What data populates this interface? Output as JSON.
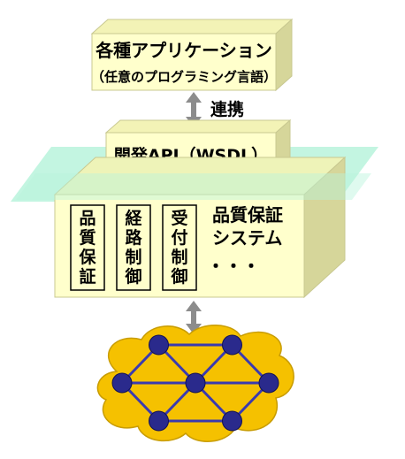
{
  "apps_box": {
    "title": "各種アプリケーション",
    "subtitle": "（任意のプログラミング言語）"
  },
  "link_label": "連携",
  "api_box": {
    "label": "開発API（WSDL）"
  },
  "system_box": {
    "title_line1": "品質保証",
    "title_line2": "システム",
    "modules": [
      {
        "chars": [
          "品",
          "質",
          "保",
          "証"
        ]
      },
      {
        "chars": [
          "経",
          "路",
          "制",
          "御"
        ]
      },
      {
        "chars": [
          "受",
          "付",
          "制",
          "御"
        ]
      }
    ],
    "ellipsis": "・・・"
  },
  "colors": {
    "box_face": "#ffffcc",
    "box_top": "#f3f3b6",
    "box_side": "#d6d69a",
    "plane": "#b9f3dc",
    "arrow": "#8c8c8c",
    "cloud": "#f5c100",
    "node": "#2a2a8c",
    "edge": "#3a3ab0"
  },
  "network": {
    "nodes": [
      [
        0.25,
        0.0
      ],
      [
        0.75,
        0.0
      ],
      [
        0.0,
        0.5
      ],
      [
        0.5,
        0.5
      ],
      [
        1.0,
        0.5
      ],
      [
        0.25,
        1.0
      ],
      [
        0.75,
        1.0
      ]
    ],
    "edges": [
      [
        0,
        1
      ],
      [
        0,
        2
      ],
      [
        0,
        3
      ],
      [
        1,
        3
      ],
      [
        1,
        4
      ],
      [
        2,
        5
      ],
      [
        3,
        5
      ],
      [
        3,
        6
      ],
      [
        4,
        6
      ],
      [
        5,
        6
      ],
      [
        2,
        3
      ],
      [
        3,
        4
      ]
    ]
  }
}
